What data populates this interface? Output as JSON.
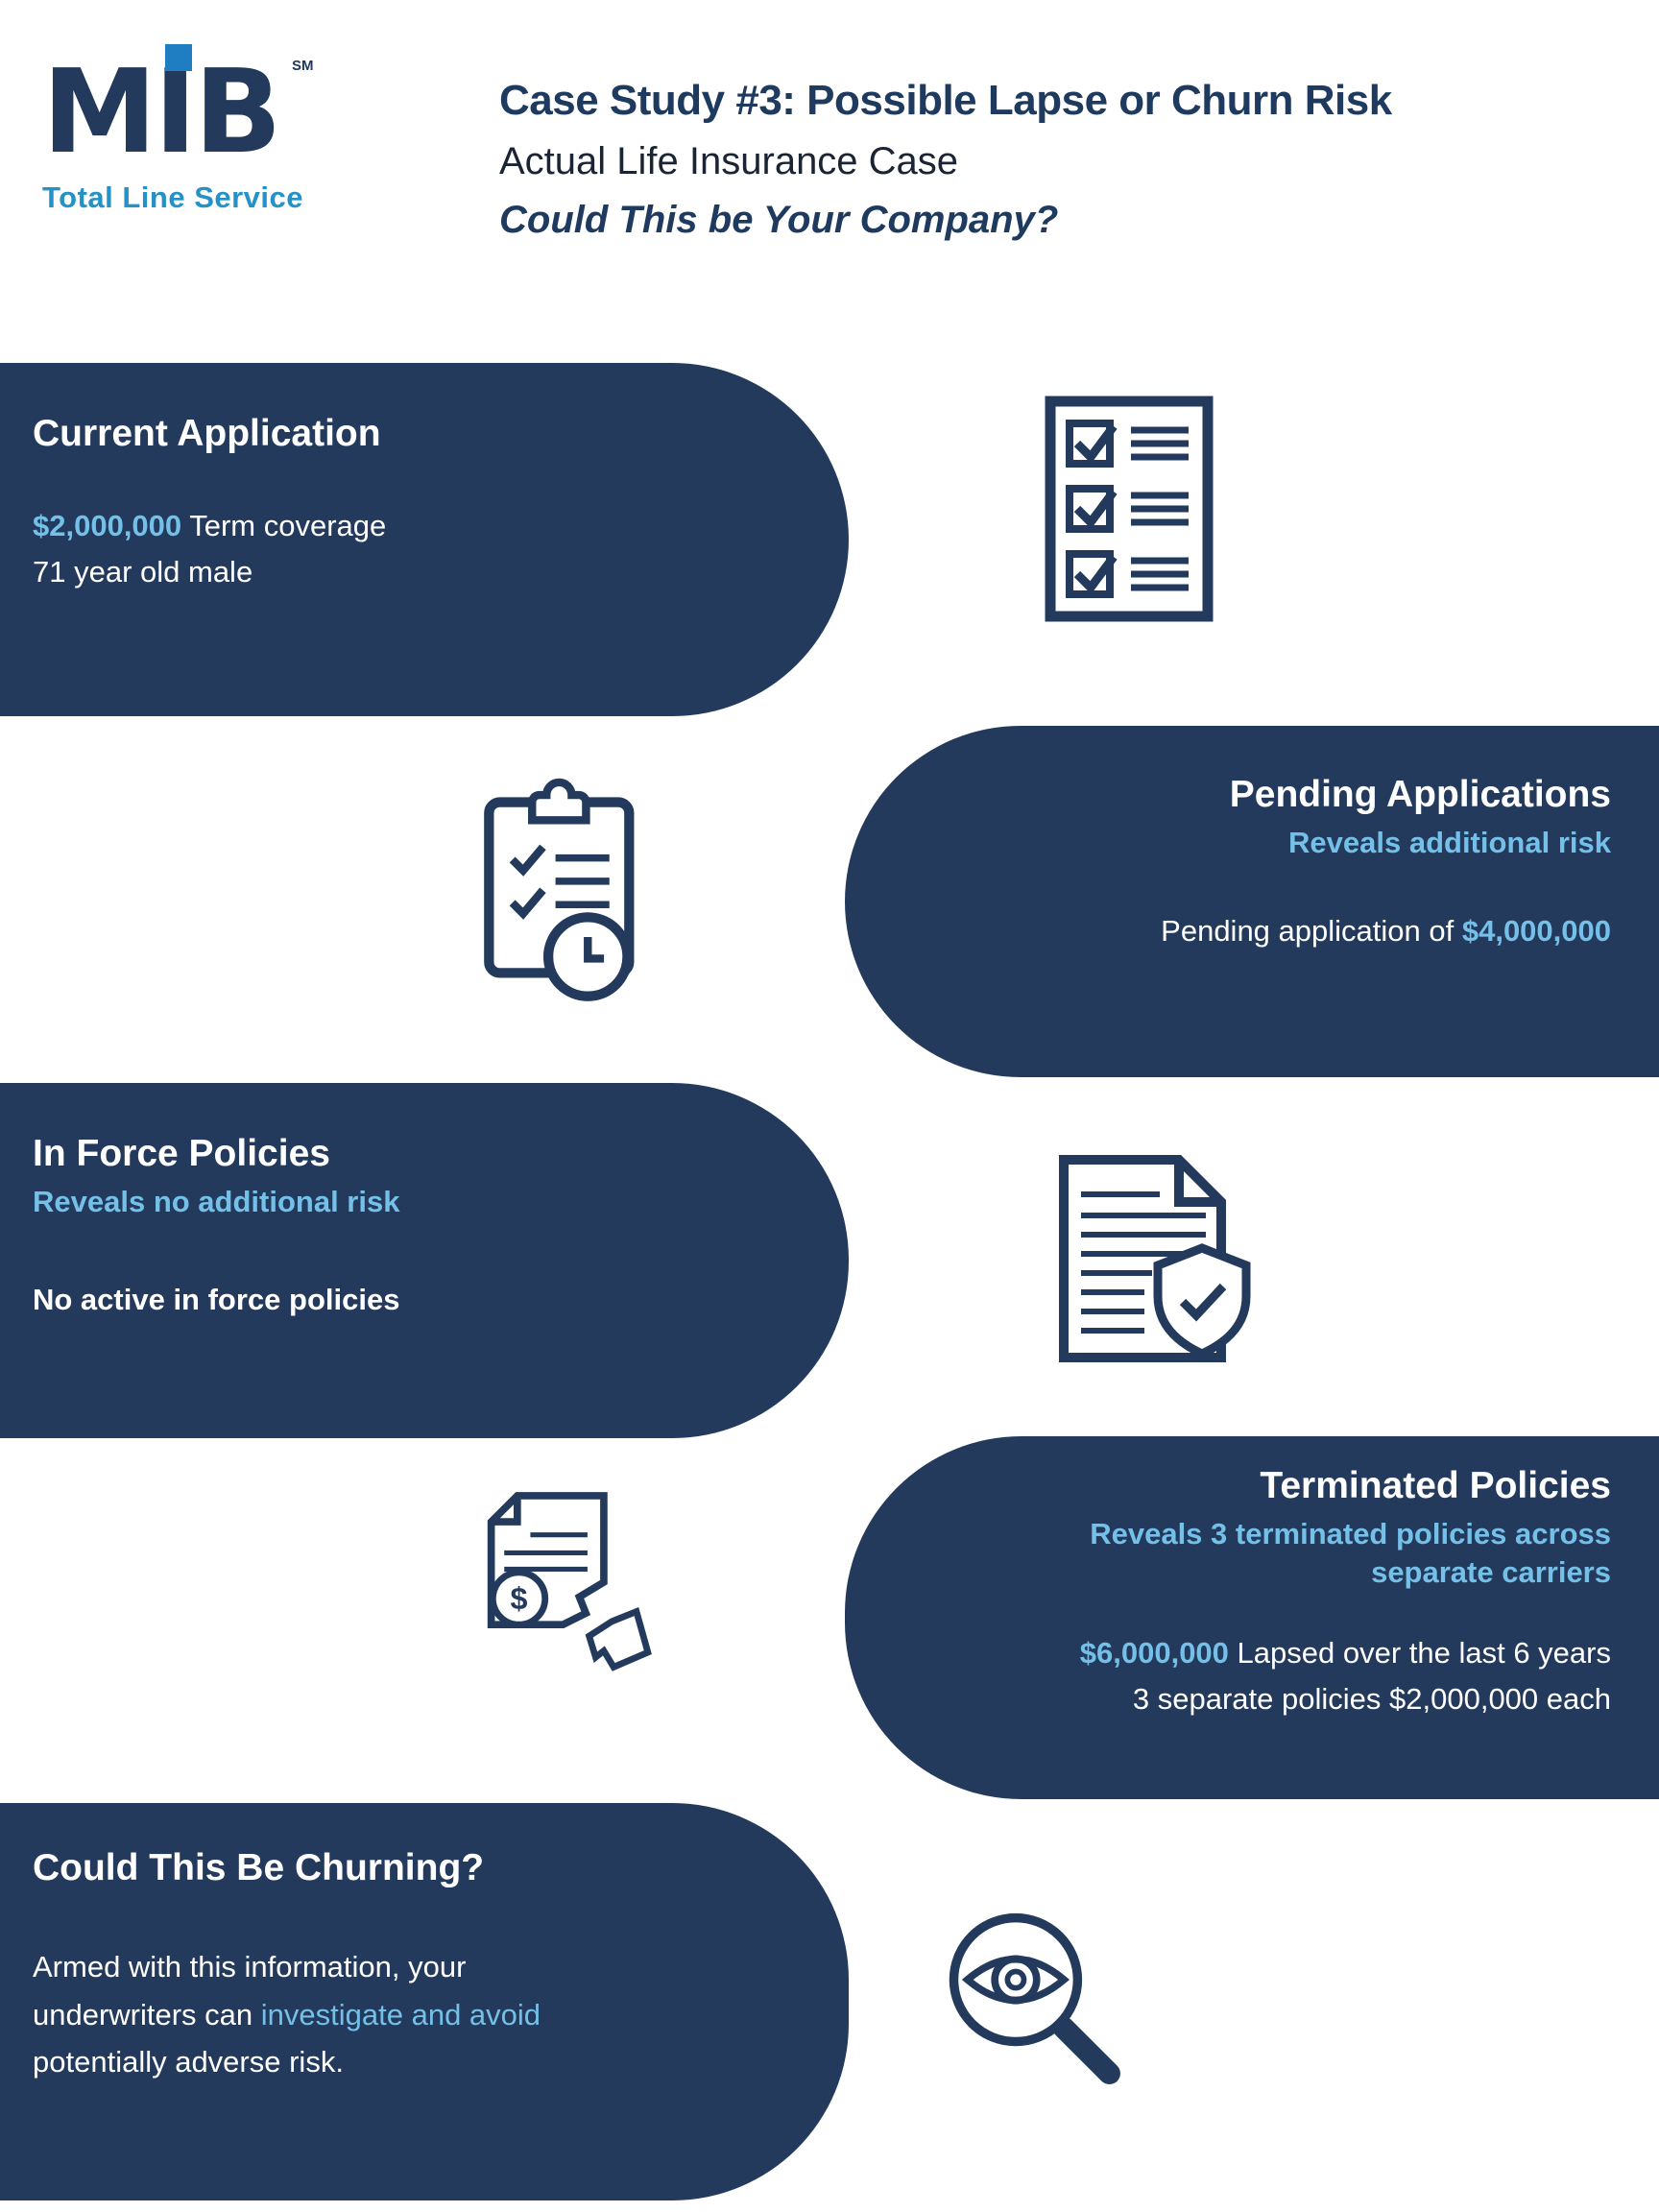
{
  "colors": {
    "navy": "#233A5C",
    "header_navy": "#1F3A5F",
    "light_blue": "#74C0E8",
    "logo_blue": "#2492C6",
    "logo_square_blue": "#1F7DC1",
    "white": "#FFFFFF"
  },
  "header": {
    "logo_text": "MIB",
    "logo_sm": "SM",
    "logo_subtitle": "Total Line Service",
    "title": "Case Study #3: Possible Lapse or Churn Risk",
    "subtitle": "Actual Life Insurance Case",
    "tagline": "Could This be Your Company?"
  },
  "sections": {
    "current_application": {
      "heading": "Current Application",
      "line1_amount": "$2,000,000",
      "line1_rest": " Term coverage",
      "line2": "71 year old male"
    },
    "pending_applications": {
      "heading": "Pending Applications",
      "subheading": "Reveals additional risk",
      "line1_prefix": "Pending application of ",
      "line1_amount": "$4,000,000"
    },
    "in_force": {
      "heading": "In Force Policies",
      "subheading": "Reveals no additional risk",
      "line1": "No active in force policies"
    },
    "terminated": {
      "heading": "Terminated Policies",
      "subheading_line1": "Reveals 3 terminated policies across",
      "subheading_line2": "separate carriers",
      "line1_amount": "$6,000,000",
      "line1_rest": " Lapsed  over the last 6 years",
      "line2": "3 separate policies $2,000,000 each"
    },
    "churning": {
      "heading": "Could This Be Churning?",
      "body_part1": "Armed with this information, your underwriters can ",
      "body_highlight": "investigate and avoid",
      "body_part2": " potentially adverse risk."
    }
  },
  "icons": {
    "current_application": "checklist-document-icon",
    "pending_applications": "clipboard-clock-icon",
    "in_force": "document-shield-icon",
    "terminated": "torn-policy-icon",
    "churning": "magnifier-eye-icon"
  }
}
